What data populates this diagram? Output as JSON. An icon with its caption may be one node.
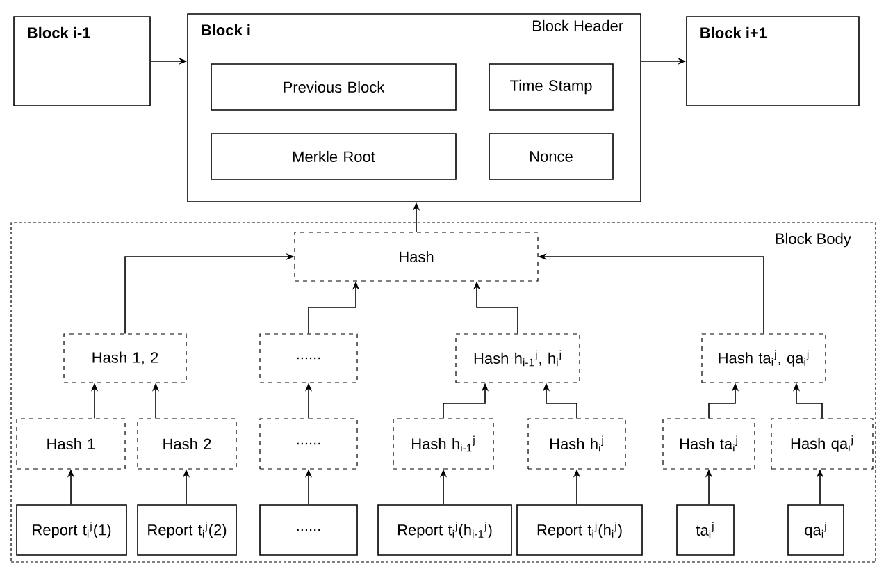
{
  "diagram": {
    "nodes": [
      {
        "text": [
          "Block i-1"
        ]
      },
      {
        "text": [
          "Block i",
          "Block Header"
        ]
      },
      {
        "text": [
          "Previous Block"
        ],
        "in": 1
      },
      {
        "text": [
          "Time Stamp"
        ],
        "in": 1
      },
      {
        "text": [
          "Merkle Root"
        ],
        "in": 1
      },
      {
        "text": [
          "Nonce"
        ],
        "in": 1
      },
      {
        "text": [
          "Block i+1"
        ]
      },
      {
        "text": [
          "Block Body"
        ]
      },
      {
        "text": [
          "Hash"
        ],
        "in": 7
      },
      {
        "text": [
          "Hash 1, 2"
        ],
        "in": 7
      },
      {
        "text": [
          "......"
        ],
        "in": 7
      },
      {
        "text": [
          "Hash h$_{i-1}$$^{j}$, h$_{i}$$^{j}$"
        ],
        "in": 7
      },
      {
        "text": [
          "Hash ta$_{i}$$^{j}$, qa$_{i}$$^{j}$"
        ],
        "in": 7
      },
      {
        "text": [
          "Hash 1"
        ],
        "in": 7
      },
      {
        "text": [
          "Hash 2"
        ],
        "in": 7
      },
      {
        "text": [
          "......"
        ],
        "in": 7
      },
      {
        "text": [
          "Hash h$_{i-1}$$^{j}$"
        ],
        "in": 7
      },
      {
        "text": [
          "Hash h$_{i}$$^{j}$"
        ],
        "in": 7
      },
      {
        "text": [
          "Hash ta$_{i}$$^{j}$"
        ],
        "in": 7
      },
      {
        "text": [
          "Hash qa$_{i}$$^{j}$"
        ],
        "in": 7
      },
      {
        "text": [
          "Report t$_{i}$$^{j}$(1)"
        ],
        "in": 7
      },
      {
        "text": [
          "Report t$_{i}$$^{j}$(2)"
        ],
        "in": 7
      },
      {
        "text": [
          "......"
        ],
        "in": 7
      },
      {
        "text": [
          "Report t$_{i}$$^{j}$(h$_{i-1}$$^{j}$)"
        ],
        "in": 7
      },
      {
        "text": [
          "Report t$_{i}$$^{j}$(h$_{i}$$^{j}$)"
        ],
        "in": 7
      },
      {
        "text": [
          "ta$_{i}$$^{j}$"
        ],
        "in": 7
      },
      {
        "text": [
          "qa$_{i}$$^{j}$"
        ],
        "in": 7
      }
    ],
    "edges": [
      {
        "from": 0,
        "to": 1,
        "arrow": "to"
      },
      {
        "from": 1,
        "to": 6,
        "arrow": "to"
      },
      {
        "from": 8,
        "to": 1,
        "arrow": "to"
      },
      {
        "from": 9,
        "to": 8,
        "arrow": "to"
      },
      {
        "from": 10,
        "to": 8,
        "arrow": "to"
      },
      {
        "from": 11,
        "to": 8,
        "arrow": "to"
      },
      {
        "from": 12,
        "to": 8,
        "arrow": "to"
      },
      {
        "from": 13,
        "to": 9,
        "arrow": "to"
      },
      {
        "from": 14,
        "to": 9,
        "arrow": "to"
      },
      {
        "from": 15,
        "to": 10,
        "arrow": "to"
      },
      {
        "from": 16,
        "to": 11,
        "arrow": "to"
      },
      {
        "from": 17,
        "to": 11,
        "arrow": "to"
      },
      {
        "from": 18,
        "to": 12,
        "arrow": "to"
      },
      {
        "from": 19,
        "to": 12,
        "arrow": "to"
      },
      {
        "from": 20,
        "to": 13,
        "arrow": "to"
      },
      {
        "from": 21,
        "to": 14,
        "arrow": "to"
      },
      {
        "from": 22,
        "to": 15,
        "arrow": "to"
      },
      {
        "from": 23,
        "to": 16,
        "arrow": "to"
      },
      {
        "from": 24,
        "to": 17,
        "arrow": "to"
      },
      {
        "from": 25,
        "to": 18,
        "arrow": "to"
      },
      {
        "from": 26,
        "to": 19,
        "arrow": "to"
      }
    ]
  }
}
